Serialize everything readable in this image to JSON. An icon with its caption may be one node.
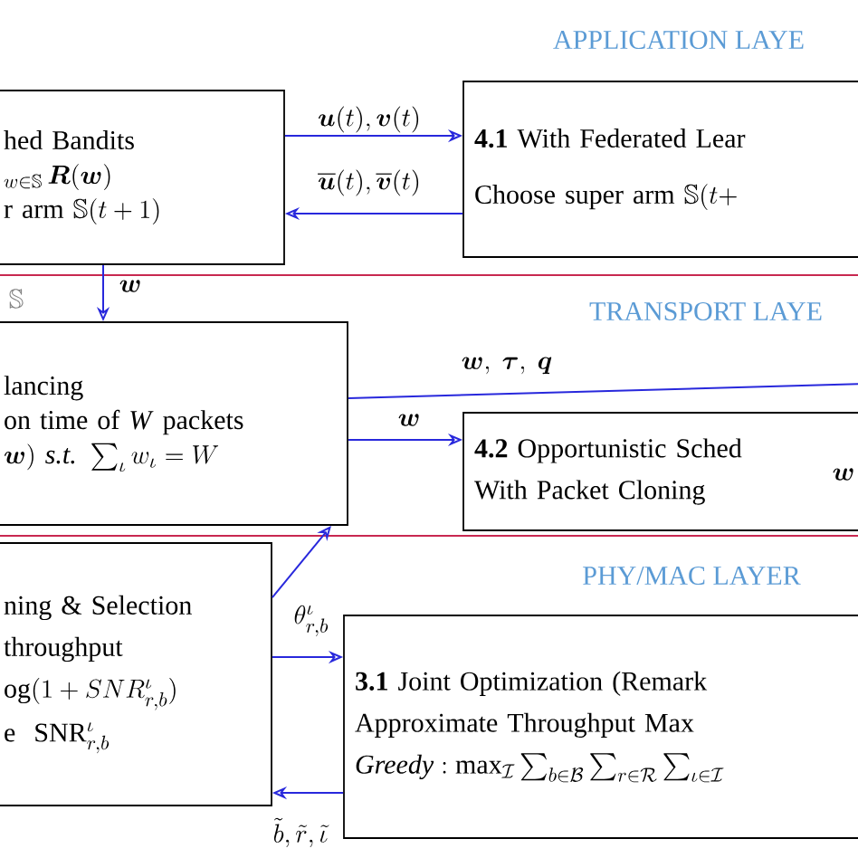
{
  "diagram": {
    "nodes": [
      {
        "text": [
          "hed Bandits",
          "{}_{w\\in\\mathbb{S}}\\,\\boldsymbol{R}(\\boldsymbol{w})",
          "\\text{r arm }\\mathbb{S}(t+1)"
        ]
      },
      {
        "text": [
          "**4.1** With Federated Lear",
          "\\text{Choose super arm }\\mathbb{S}(t+"
        ]
      },
      {
        "text": [
          "lancing",
          "on time of *W* packets",
          "\\boldsymbol{w})\\ \\textit{s.t.}\\ \\sum_{\\iota} w_{\\iota} = W"
        ]
      },
      {
        "text": [
          "**4.2** Opportunistic Sched",
          "With Packet Cloning"
        ]
      },
      {
        "text": [
          "ning & Selection",
          "throughput",
          "\\text{og}(1+SNR^{\\iota}_{r,b})",
          "\\text{e}\\ \\ \\mathrm{SNR}^{\\iota}_{r,b}"
        ]
      },
      {
        "text": [
          "**3.1** Joint Optimization (Remark",
          "Approximate Throughput Max",
          "\\textit{Greedy} : \\max_{\\mathcal{I}} \\sum_{b\\in\\mathcal{B}} \\sum_{r\\in\\mathcal{R}} \\sum_{\\iota\\in\\mathcal{I}}"
        ]
      }
    ],
    "edges": [
      {
        "from": 0,
        "to": 1,
        "arrow": "to",
        "label": "\\boldsymbol{u}(t),\\boldsymbol{v}(t)"
      },
      {
        "from": 1,
        "to": 0,
        "arrow": "to",
        "label": "\\overline{\\boldsymbol{u}}(t),\\overline{\\boldsymbol{v}}(t)"
      },
      {
        "from": 0,
        "to": 2,
        "arrow": "to",
        "label": "\\boldsymbol{w}"
      },
      {
        "from": 2,
        "to": null,
        "arrow": "none",
        "label": "\\boldsymbol{w},\\ \\boldsymbol{\\tau},\\ \\boldsymbol{q}"
      },
      {
        "from": 2,
        "to": 3,
        "arrow": "to",
        "label": "\\boldsymbol{w}"
      },
      {
        "from": 4,
        "to": 2,
        "arrow": "to"
      },
      {
        "from": 4,
        "to": 5,
        "arrow": "to",
        "label": "\\theta^{\\iota}_{r,b}"
      },
      {
        "from": 5,
        "to": 4,
        "arrow": "to",
        "label": "\\tilde{b},\\tilde{r},\\tilde{\\iota}"
      }
    ],
    "labels": [
      "APPLICATION LAYE",
      "TRANSPORT LAYE",
      "\\mathbb{S}",
      "\\boldsymbol{w}",
      "PHY/MAC LAYER"
    ]
  }
}
